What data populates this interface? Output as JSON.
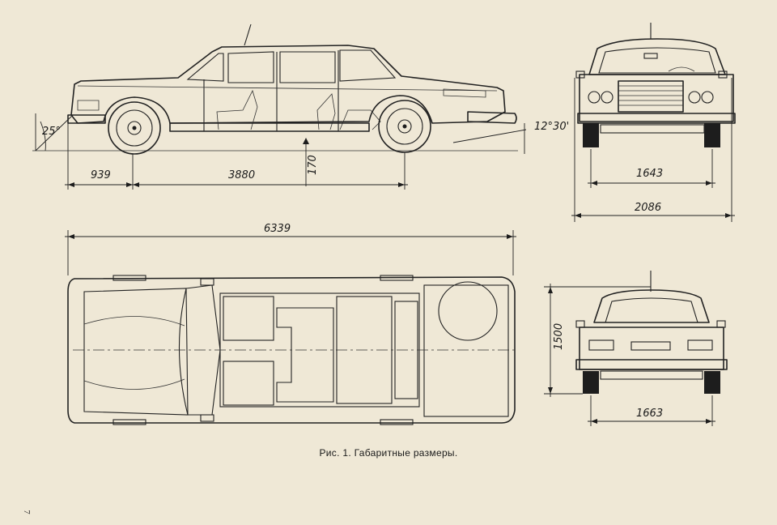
{
  "caption": "Рис. 1.   Габаритные размеры.",
  "page_number": "7",
  "dimensions": {
    "front_overhang": "939",
    "wheelbase": "3880",
    "ground_clearance": "170",
    "approach_angle": "25°",
    "departure_angle": "12°30'",
    "front_track": "1643",
    "overall_width": "2086",
    "overall_length": "6339",
    "height": "1500",
    "rear_track": "1663"
  }
}
